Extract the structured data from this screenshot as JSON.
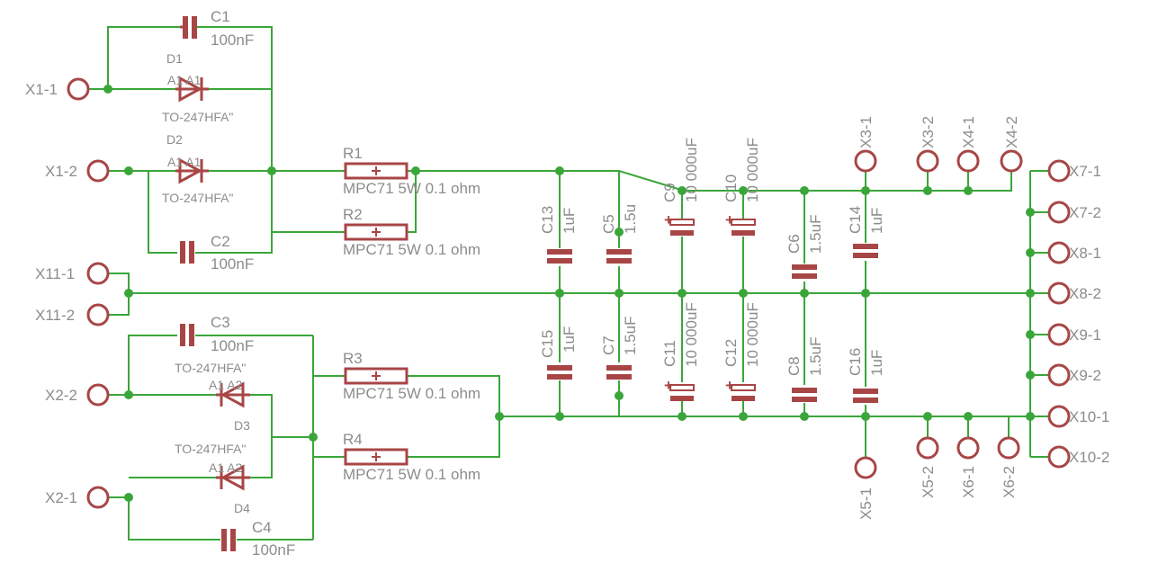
{
  "capacitors_film": [
    {
      "ref": "C1",
      "value": "100nF"
    },
    {
      "ref": "C2",
      "value": "100nF"
    },
    {
      "ref": "C3",
      "value": "100nF"
    },
    {
      "ref": "C4",
      "value": "100nF"
    }
  ],
  "diodes": [
    {
      "ref": "D1",
      "pins": "A1 A1",
      "package": "TO-247HFA\""
    },
    {
      "ref": "D2",
      "pins": "A1 A1",
      "package": "TO-247HFA\""
    },
    {
      "ref": "D3",
      "pins": "A1 A2",
      "package": "TO-247HFA\""
    },
    {
      "ref": "D4",
      "pins": "A1 A2",
      "package": "TO-247HFA\""
    }
  ],
  "resistors": [
    {
      "ref": "R1",
      "value": "MPC71 5W 0.1 ohm"
    },
    {
      "ref": "R2",
      "value": "MPC71 5W 0.1 ohm"
    },
    {
      "ref": "R3",
      "value": "MPC71 5W 0.1 ohm"
    },
    {
      "ref": "R4",
      "value": "MPC71 5W 0.1 ohm"
    }
  ],
  "bank_caps_top": [
    {
      "ref": "C13",
      "value": "1uF"
    },
    {
      "ref": "C5",
      "value": "1.5u"
    },
    {
      "ref": "C9",
      "value": "10 000uF"
    },
    {
      "ref": "C10",
      "value": "10 000uF"
    },
    {
      "ref": "C6",
      "value": "1.5uF"
    },
    {
      "ref": "C14",
      "value": "1uF"
    }
  ],
  "bank_caps_bottom": [
    {
      "ref": "C15",
      "value": "1uF"
    },
    {
      "ref": "C7",
      "value": "1.5uF"
    },
    {
      "ref": "C11",
      "value": "10 000uF"
    },
    {
      "ref": "C12",
      "value": "10 000uF"
    },
    {
      "ref": "C8",
      "value": "1.5uF"
    },
    {
      "ref": "C16",
      "value": "1uF"
    }
  ],
  "connectors_left": [
    "X1-1",
    "X1-2",
    "X11-1",
    "X11-2",
    "X2-2",
    "X2-1"
  ],
  "connectors_top": [
    "X3-1",
    "X3-2",
    "X4-1",
    "X4-2"
  ],
  "connectors_bottom": [
    "X5-1",
    "X5-2",
    "X6-1",
    "X6-2"
  ],
  "connectors_right": [
    "X7-1",
    "X7-2",
    "X8-1",
    "X8-2",
    "X9-1",
    "X9-2",
    "X10-1",
    "X10-2"
  ],
  "colors": {
    "wire": "#3aa63a",
    "component": "#a84646",
    "label": "#8c8c8c",
    "background": "#ffffff"
  }
}
